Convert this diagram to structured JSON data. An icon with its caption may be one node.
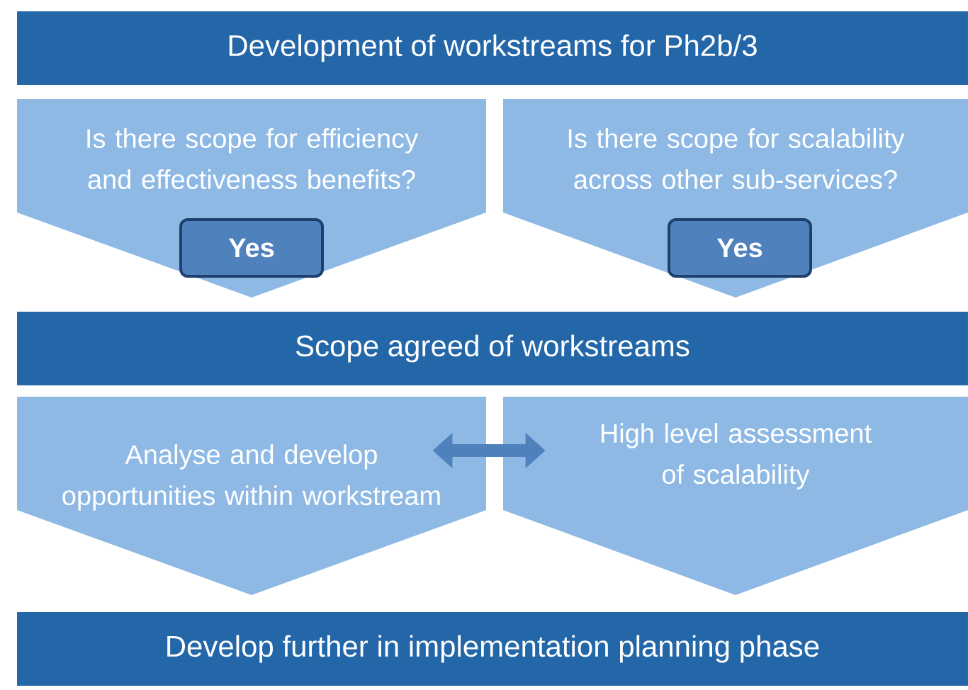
{
  "diagram": {
    "nodes": [
      {
        "text": [
          "Development of workstreams for Ph2b/3"
        ]
      },
      {
        "text": [
          "Is there scope for efficiency and effectiveness benefits?"
        ]
      },
      {
        "text": [
          "Yes"
        ],
        "in": 1
      },
      {
        "text": [
          "Is there scope for scalability across other sub-services?"
        ]
      },
      {
        "text": [
          "Yes"
        ],
        "in": 3
      },
      {
        "text": [
          "Scope agreed of workstreams"
        ]
      },
      {
        "text": [
          "Analyse and develop opportunities within workstream"
        ]
      },
      {
        "text": [
          "High level assessment of scalability"
        ]
      },
      {
        "text": [
          "Develop further in implementation planning phase"
        ]
      }
    ],
    "edges": [
      {
        "from": 6,
        "to": 7,
        "arrow": "both"
      }
    ]
  }
}
